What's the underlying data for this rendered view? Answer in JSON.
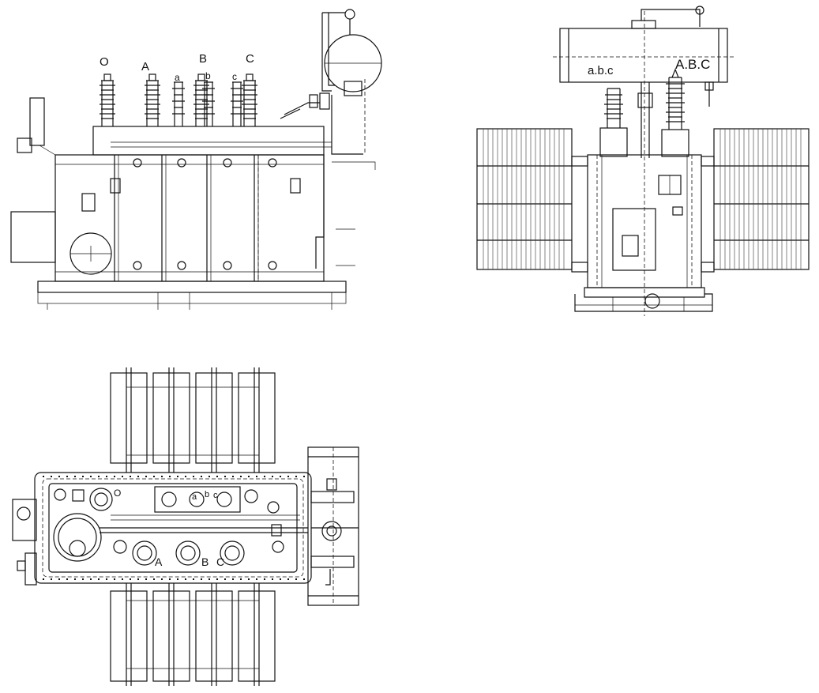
{
  "front_view": {
    "terminal_labels": [
      "O",
      "A",
      "B",
      "C"
    ],
    "lv_terminal_labels": [
      "a",
      "b",
      "c"
    ]
  },
  "side_view": {
    "conservator_lv_label": "a.b.c",
    "conservator_hv_label": "A.B.C"
  },
  "top_view": {
    "terminal_labels": [
      "A",
      "B",
      "C"
    ],
    "lv_terminal_labels": [
      "a",
      "b",
      "c"
    ],
    "neutral_label": "O"
  },
  "colors": {
    "line": "#111111",
    "background": "#ffffff"
  }
}
